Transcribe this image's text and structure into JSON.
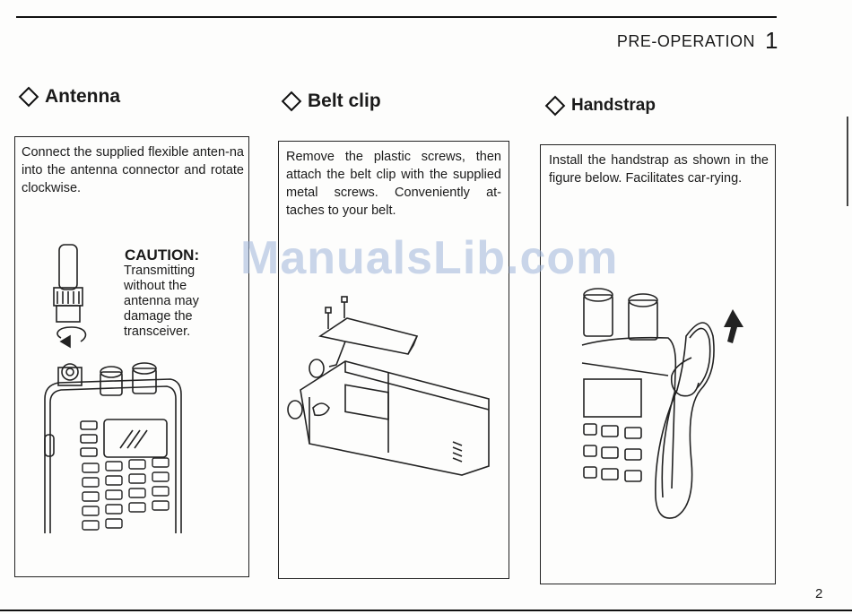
{
  "header": {
    "section": "PRE-OPERATION",
    "chapter": "1"
  },
  "sections": [
    {
      "title": "Antenna",
      "body": "Connect the supplied flexible anten-na into the antenna connector and rotate clockwise.",
      "caution": {
        "title": "CAUTION:",
        "text": "Transmitting without the antenna may damage the transceiver."
      }
    },
    {
      "title": "Belt clip",
      "body": "Remove the plastic screws, then attach the belt clip with the supplied metal screws.   Conveniently at-taches to your belt."
    },
    {
      "title": "Handstrap",
      "body": "Install the handstrap as shown in the figure below.   Facilitates car-rying."
    }
  ],
  "watermark": "ManualsLib.com",
  "footer": {
    "page": "2"
  }
}
